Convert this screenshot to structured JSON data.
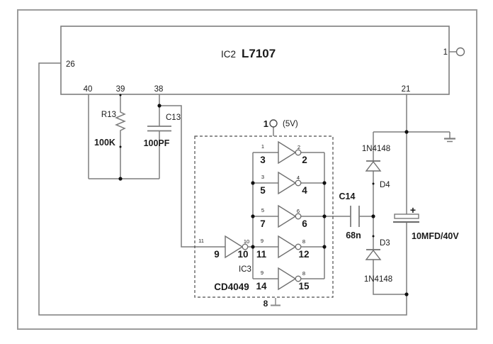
{
  "ic2": {
    "label": "IC2",
    "part": "L7107",
    "pins": {
      "p26": "26",
      "p40": "40",
      "p39": "39",
      "p38": "38",
      "p21": "21",
      "p1": "1"
    }
  },
  "r13": {
    "ref": "R13",
    "value": "100K"
  },
  "c13": {
    "ref": "C13",
    "value": "100PF"
  },
  "ic3": {
    "ref": "IC3",
    "part": "CD4049",
    "power_pin": "1",
    "power_label": "(5V)",
    "ground_pin": "8",
    "gates": [
      {
        "in": "3",
        "out": "2",
        "in_top": "1",
        "out_top": "2"
      },
      {
        "in": "5",
        "out": "4",
        "in_top": "3",
        "out_top": "4"
      },
      {
        "in": "7",
        "out": "6",
        "in_top": "5",
        "out_top": "6"
      },
      {
        "in": "9",
        "out": "10",
        "in_top": "11",
        "out_top": "10"
      },
      {
        "in": "11",
        "out": "12",
        "in_top": "9",
        "out_top": "8"
      },
      {
        "in": "14",
        "out": "15",
        "in_top": "9",
        "out_top": "8"
      }
    ]
  },
  "c14": {
    "ref": "C14",
    "value": "68n"
  },
  "d4": {
    "ref": "D4",
    "part": "1N4148"
  },
  "d3": {
    "ref": "D3",
    "part": "1N4148"
  },
  "electrolytic": {
    "value": "10MFD/40V",
    "polarity": "+"
  },
  "colors": {
    "wire": "#7d7d7d",
    "text": "#1a1a1a",
    "frame": "#9c9c9c",
    "dashed_box": "#4d4d4d"
  }
}
